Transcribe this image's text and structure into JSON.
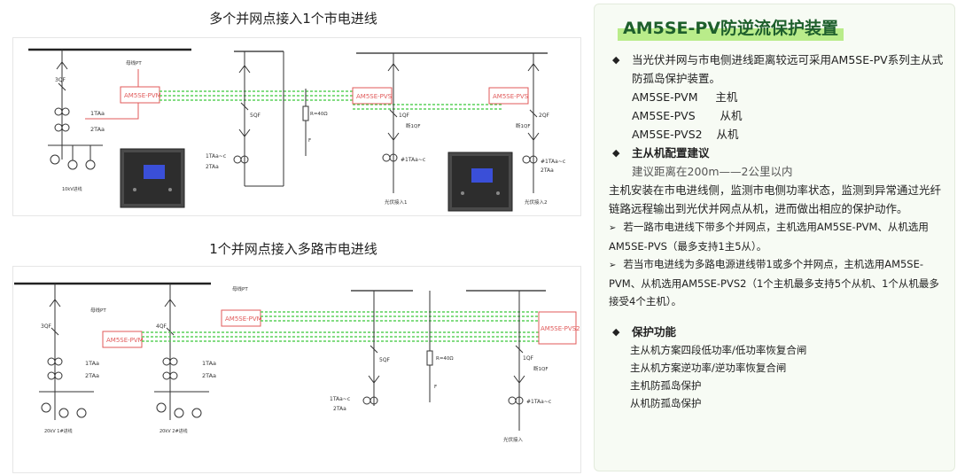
{
  "left": {
    "section1": {
      "title": "多个并网点接入1个市电进线",
      "labels": {
        "busbar_pt": "母线PT",
        "pvm": "AM5SE-PVM",
        "pvs": "AM5SE-PVS",
        "pvs_b": "AM5SE-PVS",
        "qf3": "3QF",
        "qf5": "5QF",
        "qf1": "1QF",
        "qf2": "2QF",
        "ta1": "1TAa",
        "ta2": "2TAa",
        "ta1b": "1TAa~c",
        "ta2b": "2TAa",
        "ta1c": "#1TAa~c",
        "ta1d": "#1TAa~c",
        "ta2d": "2TAa",
        "r": "R=40Ω",
        "f": "F",
        "brk_a": "断1QF",
        "brk_b": "断1QF",
        "line_in": "10kV进线",
        "pv1": "光伏接入1",
        "pv2": "光伏接入2"
      }
    },
    "section2": {
      "title": "1个并网点接入多路市电进线",
      "labels": {
        "busbar_pt_a": "母线PT",
        "busbar_pt_b": "母线PT",
        "pvm_a": "AM5SE-PVM",
        "pvm_b": "AM5SE-PVM",
        "pvs2": "AM5SE-PVS2",
        "qf3": "3QF",
        "qf4": "4QF",
        "qf5": "5QF",
        "qf1": "1QF",
        "ta1a": "1TAa",
        "ta2a": "2TAa",
        "ta1b": "1TAa",
        "ta2b": "2TAa",
        "ta1c": "1TAa~c",
        "ta2c": "2TAa",
        "ta1d": "#1TAa~c",
        "r": "R=40Ω",
        "f": "F",
        "brk": "断1QF",
        "line1": "20kV 1#进线",
        "line2": "20kV 2#进线",
        "pv": "光伏接入"
      }
    }
  },
  "right": {
    "title": "AM5SE-PV防逆流保护装置",
    "intro": "当光伏并网与市电侧进线距离较远可采用AM5SE-PV系列主从式防孤岛保护装置。",
    "models": [
      {
        "name": "AM5SE-PVM",
        "role": "主机"
      },
      {
        "name": "AM5SE-PVS",
        "role": "从机"
      },
      {
        "name": "AM5SE-PVS2",
        "role": "从机"
      }
    ],
    "config_heading": "主从机配置建议",
    "distance": "建议距离在200m——2公里以内",
    "config_text": "主机安装在市电进线侧，监测市电侧功率状态，监测到异常通过光纤链路远程输出到光伏并网点从机，进而做出相应的保护动作。",
    "arrow_items": [
      "若一路市电进线下带多个并网点，主机选用AM5SE-PVM、从机选用AM5SE-PVS（最多支持1主5从）。",
      "若当市电进线为多路电源进线带1或多个并网点，主机选用AM5SE-PVM、从机选用AM5SE-PVS2（1个主机最多支持5个从机、1个从机最多接受4个主机）。"
    ],
    "protect_heading": "保护功能",
    "protect_items": [
      "主从机方案四段低功率/低功率恢复合闸",
      "主从机方案逆功率/逆功率恢复合闸",
      "主机防孤岛保护",
      "从机防孤岛保护"
    ]
  },
  "colors": {
    "device": "#e05a5a",
    "fiber": "#5ad15a",
    "title_green": "#1e5f2c",
    "highlight": "#b9ec8a"
  }
}
